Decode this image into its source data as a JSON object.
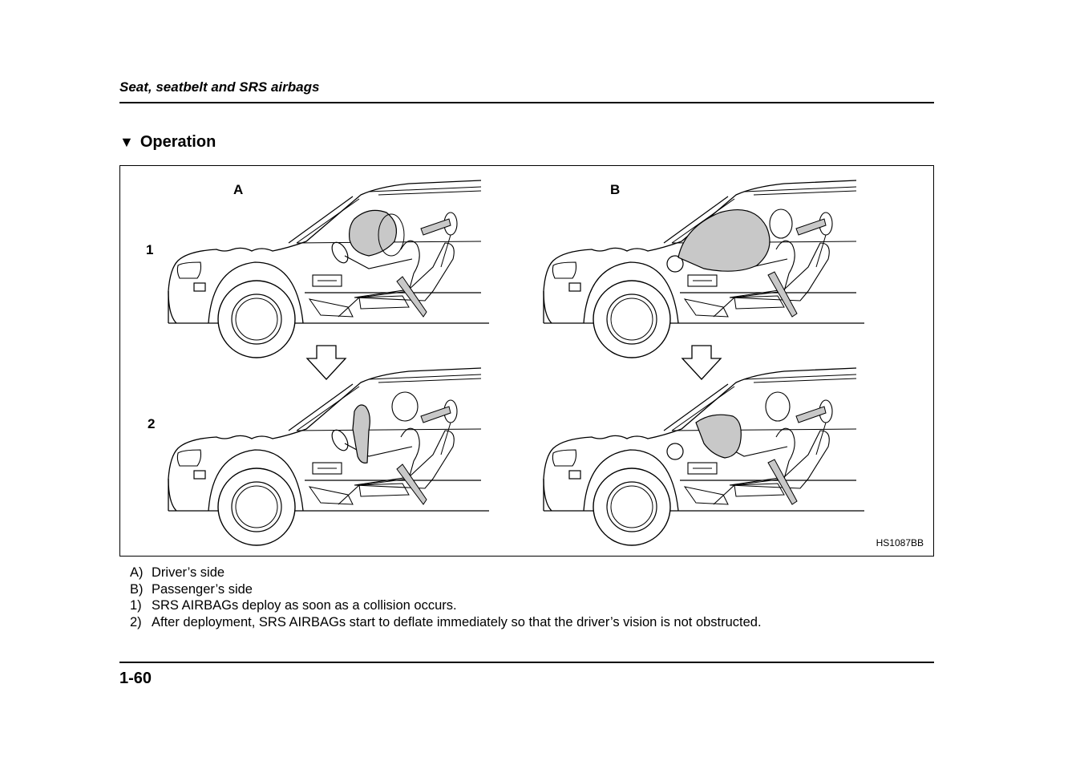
{
  "header": {
    "running_title": "Seat, seatbelt and SRS airbags"
  },
  "section": {
    "marker": "▼",
    "title": "Operation"
  },
  "figure": {
    "panel_labels": [
      "A",
      "B"
    ],
    "row_labels": [
      "1",
      "2"
    ],
    "code": "HS1087BB",
    "airbag_color": "#c8c8c8"
  },
  "captions": [
    {
      "key": "A)",
      "text": "Driver’s side"
    },
    {
      "key": "B)",
      "text": "Passenger’s side"
    },
    {
      "key": "1)",
      "text": "SRS AIRBAGs deploy as soon as a collision occurs."
    },
    {
      "key": "2)",
      "text": "After deployment, SRS AIRBAGs start to deflate immediately so that the driver’s vision is not obstructed."
    }
  ],
  "footer": {
    "page_number": "1-60"
  }
}
